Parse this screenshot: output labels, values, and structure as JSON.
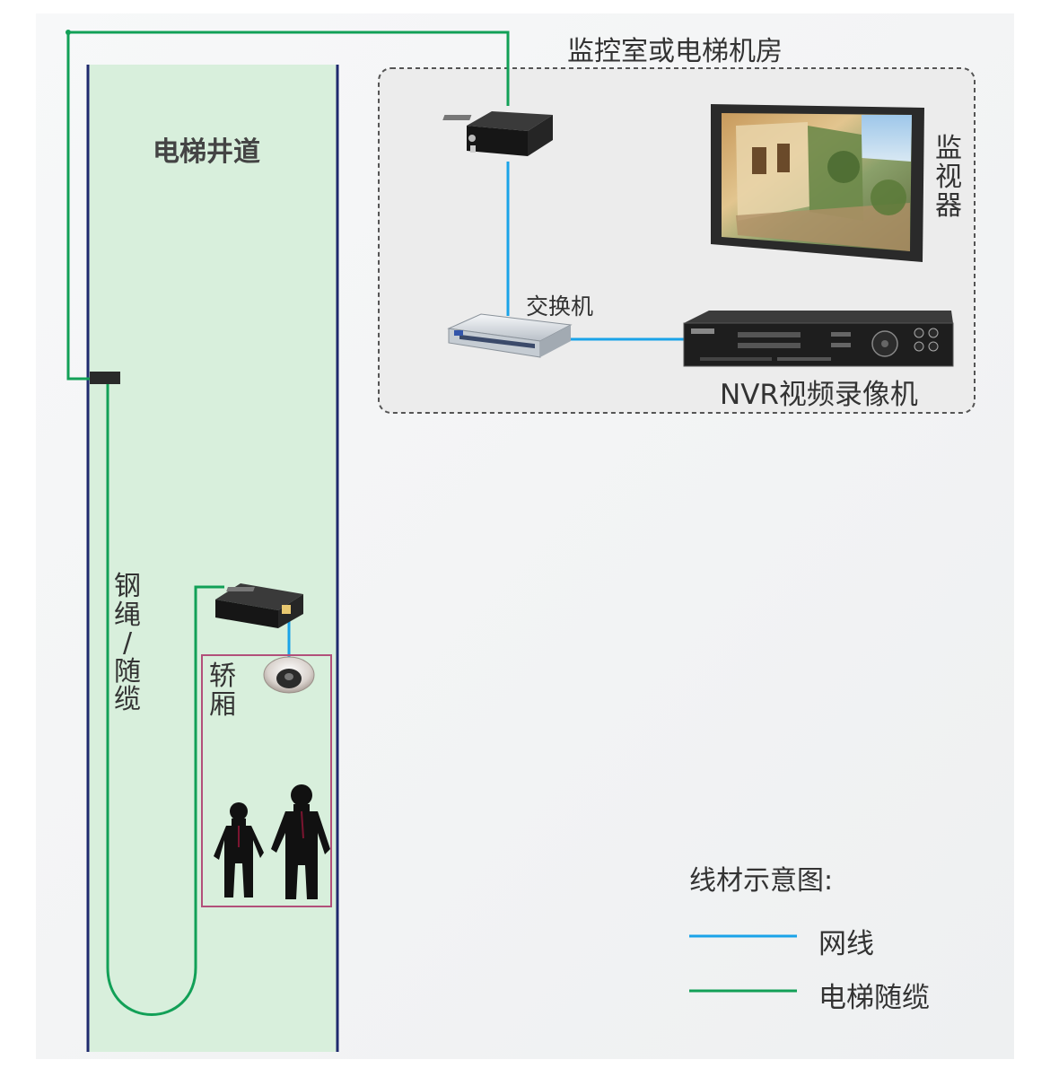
{
  "labels": {
    "control_room": "监控室或电梯机房",
    "shaft": "电梯井道",
    "monitor": [
      "监",
      "视",
      "器"
    ],
    "switch": "交换机",
    "nvr": "NVR视频录像机",
    "rope_cable": [
      "钢",
      "绳",
      "/",
      "随",
      "缆"
    ],
    "car": [
      "轿",
      "厢"
    ],
    "legend_title": "线材示意图:",
    "legend_network": "网线",
    "legend_elevator_cable": "电梯随缆"
  },
  "colors": {
    "network_line": "#1aa3e8",
    "elevator_cable": "#12a057",
    "shaft_fill": "#d8efdc",
    "shaft_border": "#1f2a6e",
    "car_border": "#b2507a",
    "room_border": "#555555",
    "room_fill": "#eeeeee"
  },
  "icons": {
    "top_converter": "network-converter-icon",
    "car_converter": "network-converter-icon",
    "monitor": "monitor-icon",
    "switch": "network-switch-icon",
    "nvr": "nvr-recorder-icon",
    "camera": "dome-camera-icon",
    "people": "person-icon"
  }
}
